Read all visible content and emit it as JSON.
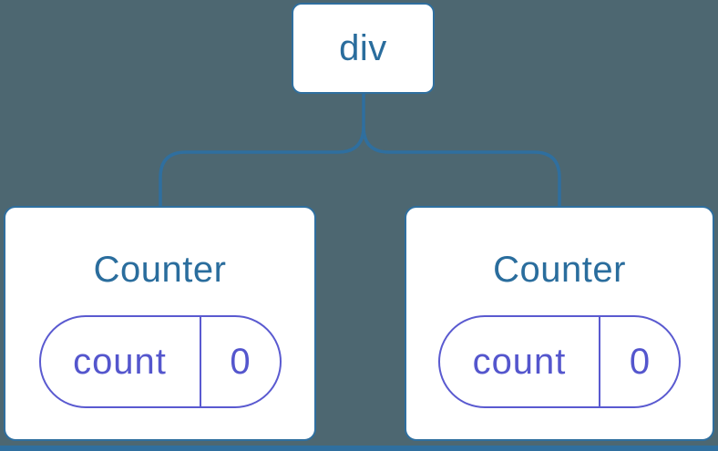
{
  "diagram": {
    "description": "React component tree diagram",
    "root": {
      "label": "div"
    },
    "children": [
      {
        "title": "Counter",
        "state_key": "count",
        "state_value": "0"
      },
      {
        "title": "Counter",
        "state_key": "count",
        "state_value": "0"
      }
    ],
    "colors": {
      "background": "#4d6771",
      "line_blue": "#2f6f9f",
      "heading_blue": "#2a6d9d",
      "state_purple": "#5a5ad0",
      "state_text_purple": "#5456cd",
      "card_background": "#ffffff"
    }
  }
}
